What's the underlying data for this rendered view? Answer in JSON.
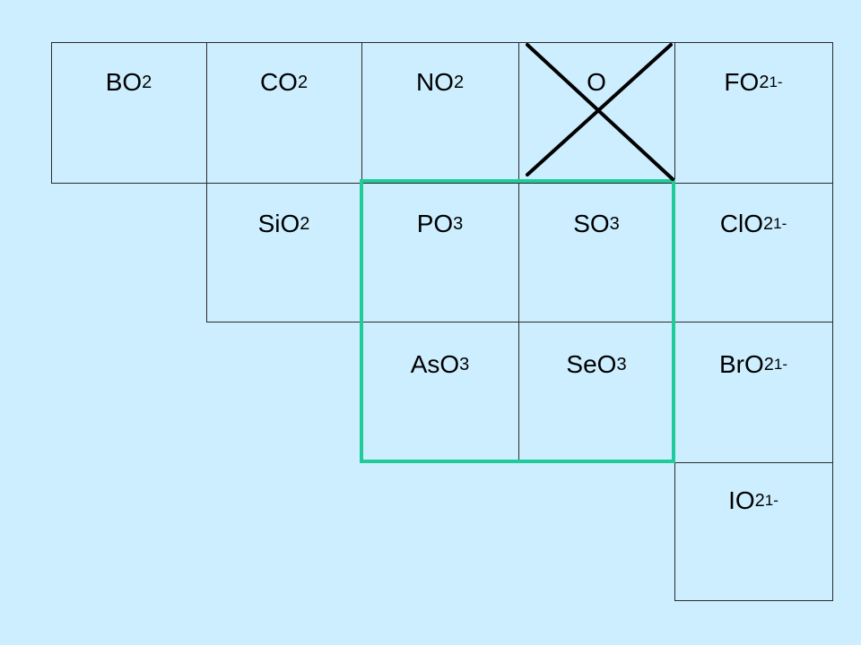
{
  "table": {
    "rows": [
      [
        {
          "base": "BO",
          "sub": "2",
          "sup": ""
        },
        {
          "base": "CO",
          "sub": "2",
          "sup": ""
        },
        {
          "base": "NO",
          "sub": "2",
          "sup": ""
        },
        {
          "base": "O",
          "sub": "",
          "sup": ""
        },
        {
          "base": "FO",
          "sub": "2",
          "sup": "1-"
        }
      ],
      [
        {
          "base": "SiO",
          "sub": "2",
          "sup": ""
        },
        {
          "base": "PO",
          "sub": "3",
          "sup": ""
        },
        {
          "base": "SO",
          "sub": "3",
          "sup": ""
        },
        {
          "base": "ClO",
          "sub": "2",
          "sup": "1-"
        }
      ],
      [
        {
          "base": "AsO",
          "sub": "3",
          "sup": ""
        },
        {
          "base": "SeO",
          "sub": "3",
          "sup": ""
        },
        {
          "base": "BrO",
          "sub": "2",
          "sup": "1-"
        }
      ],
      [
        {
          "base": "IO",
          "sub": "2",
          "sup": "1-"
        }
      ]
    ]
  },
  "colors": {
    "background": "#cdeeff",
    "highlight": "#1fcc99",
    "grid": "#2a2a2a",
    "cross": "#000000"
  }
}
